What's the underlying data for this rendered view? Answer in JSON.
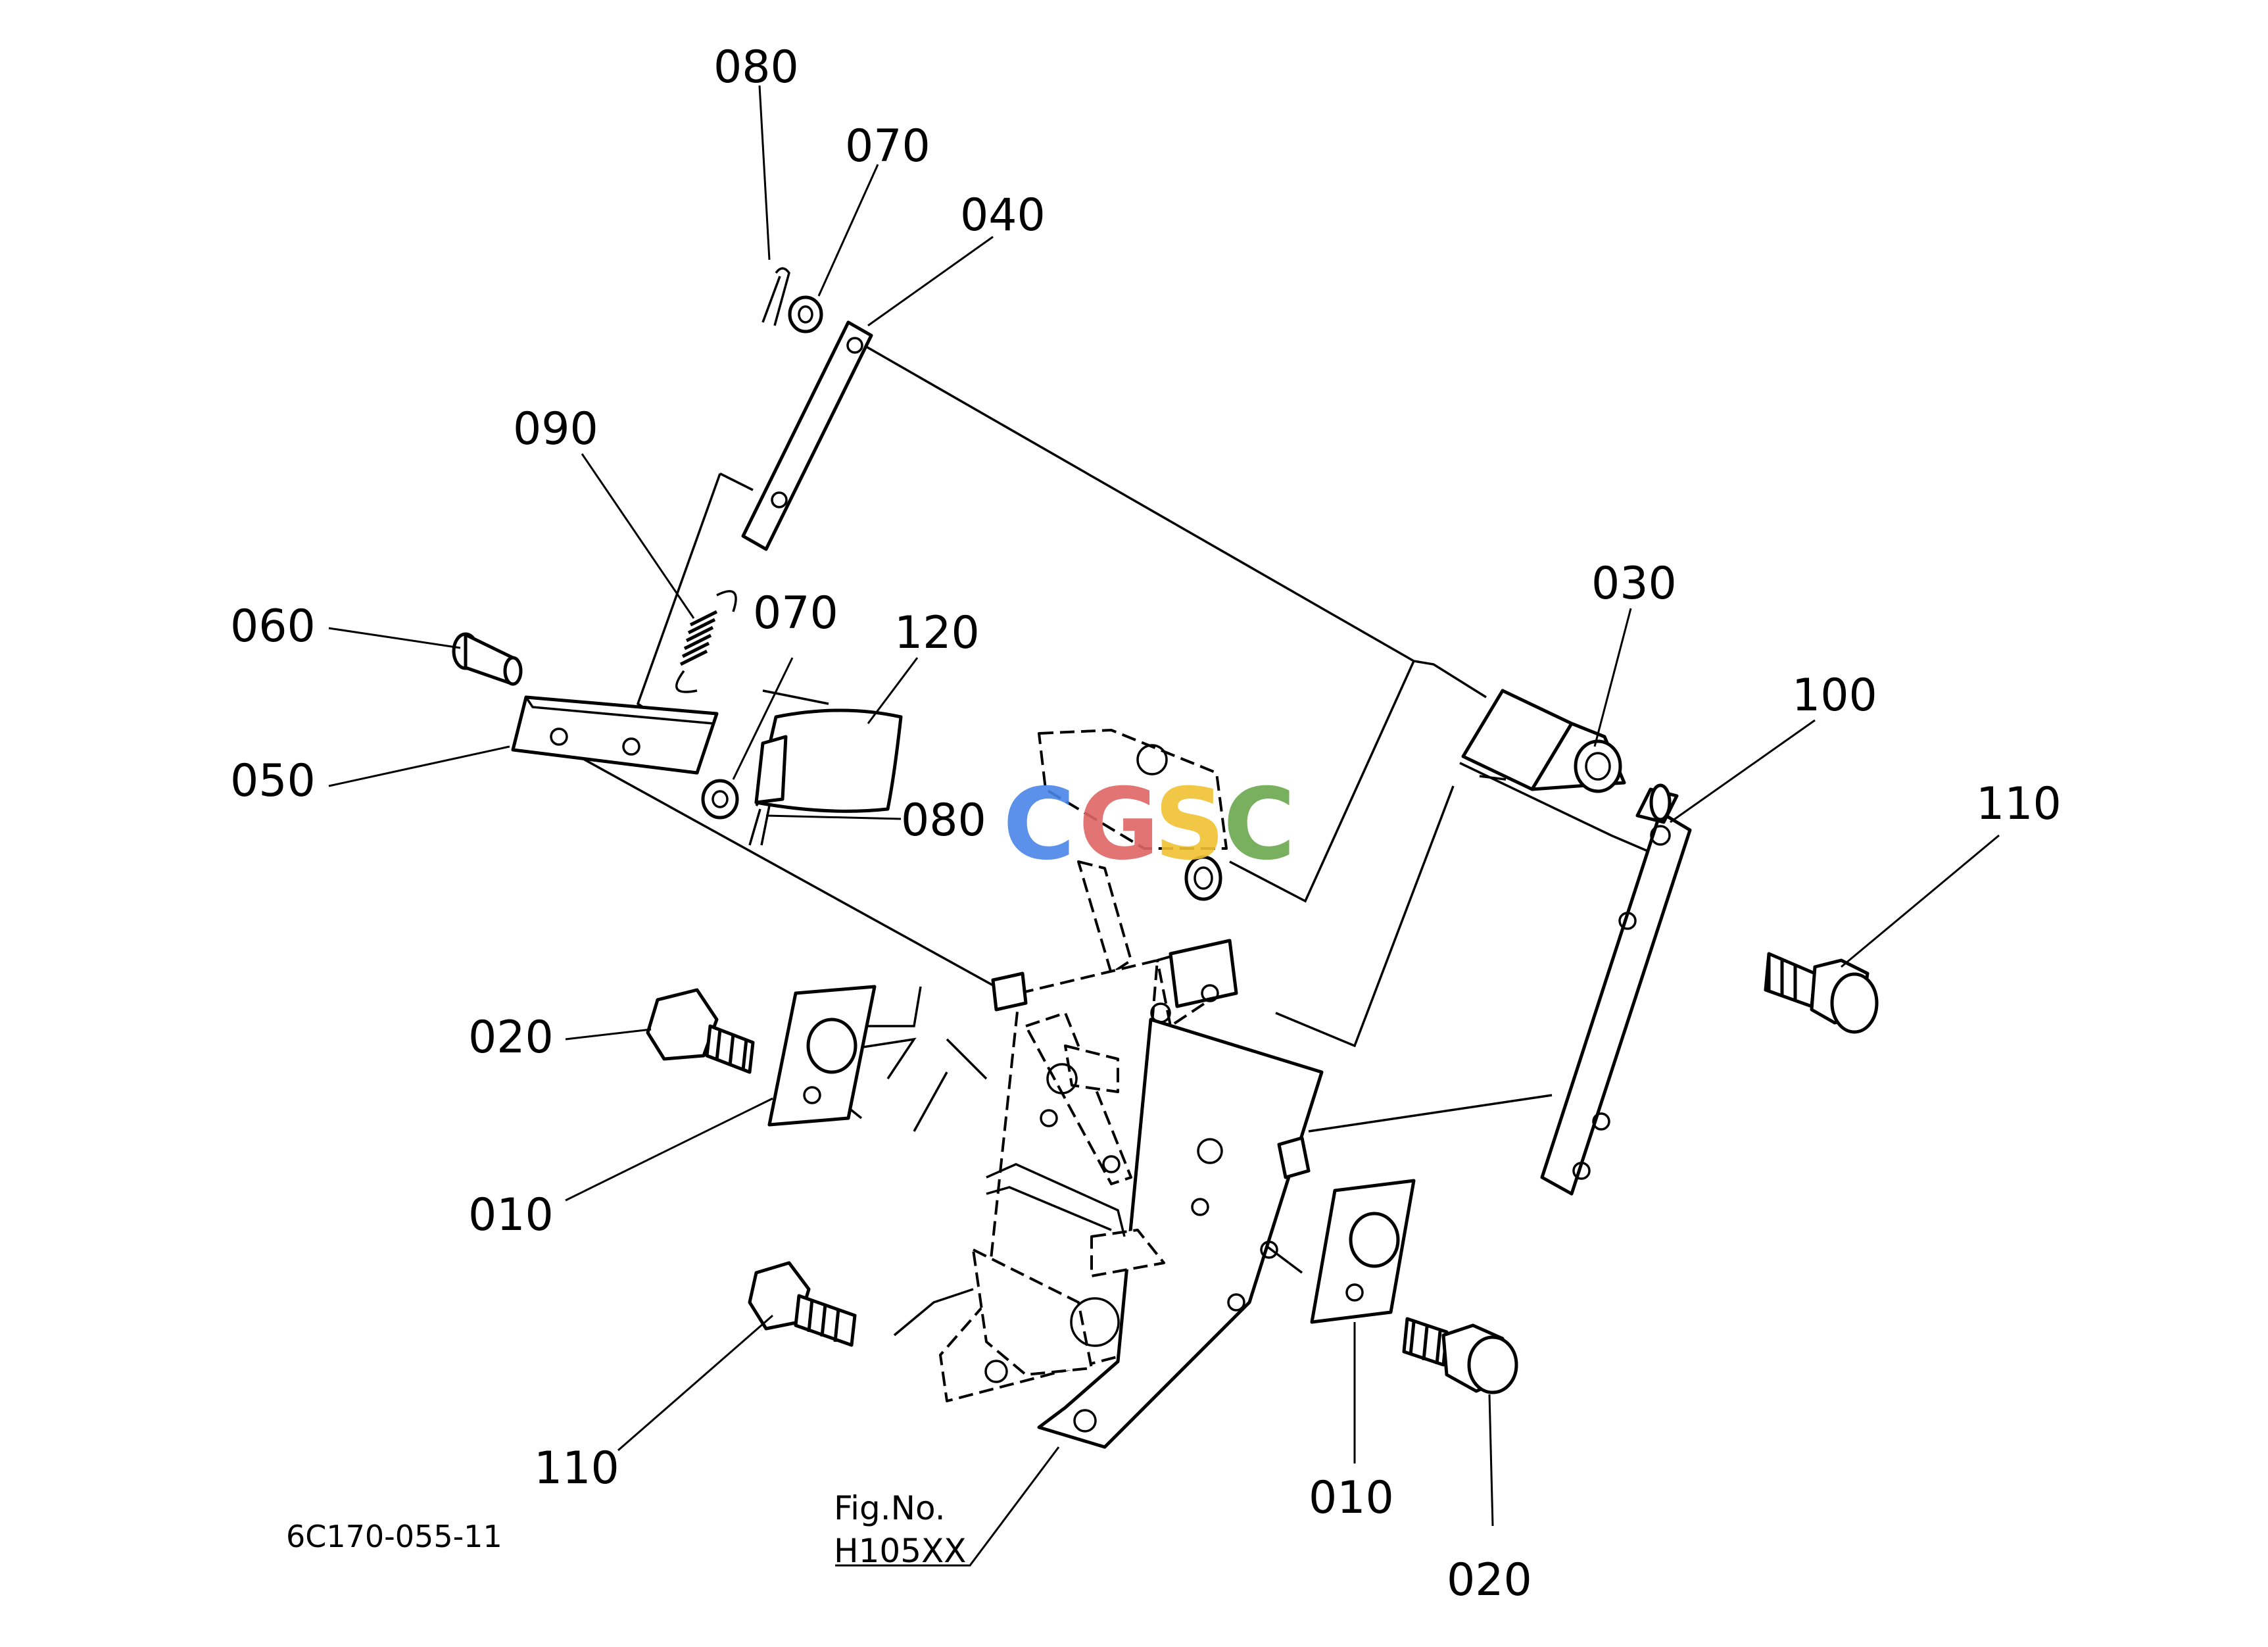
{
  "diagram": {
    "callouts": [
      {
        "id": "c080a",
        "text": "080"
      },
      {
        "id": "c070a",
        "text": "070"
      },
      {
        "id": "c040",
        "text": "040"
      },
      {
        "id": "c090",
        "text": "090"
      },
      {
        "id": "c060",
        "text": "060"
      },
      {
        "id": "c070b",
        "text": "070"
      },
      {
        "id": "c120",
        "text": "120"
      },
      {
        "id": "c050",
        "text": "050"
      },
      {
        "id": "c080b",
        "text": "080"
      },
      {
        "id": "c030",
        "text": "030"
      },
      {
        "id": "c100",
        "text": "100"
      },
      {
        "id": "c110a",
        "text": "110"
      },
      {
        "id": "c020a",
        "text": "020"
      },
      {
        "id": "c010a",
        "text": "010"
      },
      {
        "id": "c110b",
        "text": "110"
      },
      {
        "id": "c010b",
        "text": "010"
      },
      {
        "id": "c020b",
        "text": "020"
      }
    ],
    "drawing_number": "6C170-055-11",
    "figure_label": "Fig.No.",
    "figure_number": "H105XX"
  },
  "watermark": {
    "letters": [
      {
        "char": "C",
        "color": "#4a86e8"
      },
      {
        "char": "G",
        "color": "#e06666"
      },
      {
        "char": "S",
        "color": "#f1c232"
      },
      {
        "char": "C",
        "color": "#6aa84f"
      }
    ]
  }
}
